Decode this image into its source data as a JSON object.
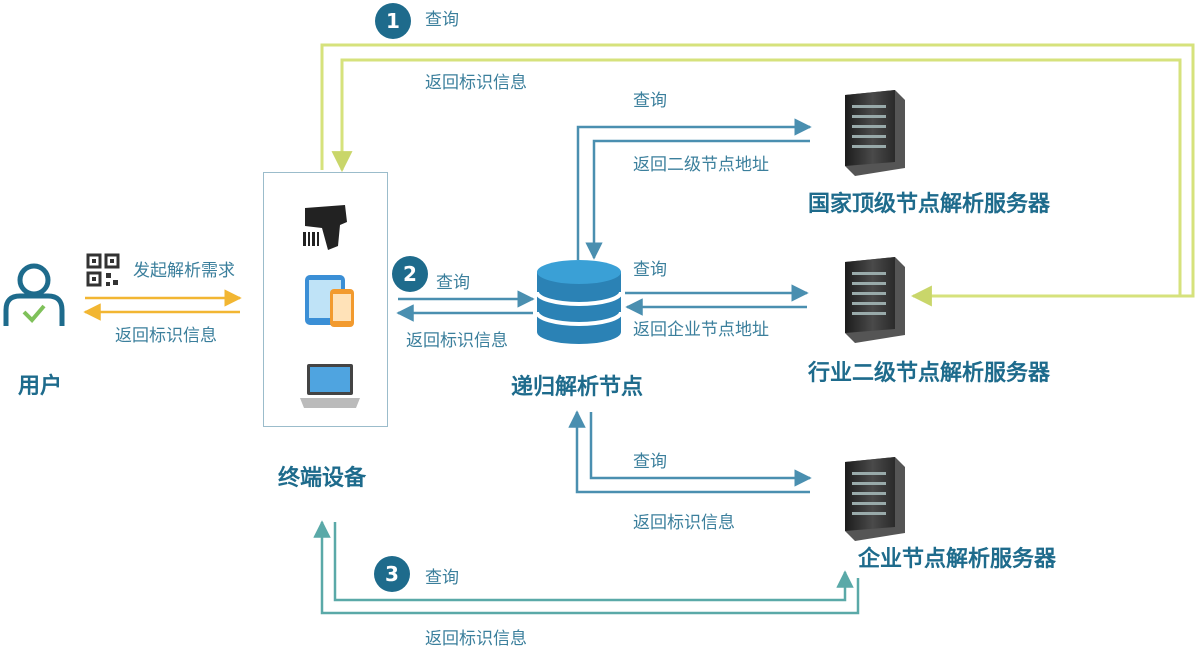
{
  "colors": {
    "primary": "#1e6b8c",
    "arrow_blue": "#4a8fb0",
    "arrow_yellow_green": "#d6e27c",
    "arrow_teal": "#5aa9a8",
    "arrow_orange": "#f2b632"
  },
  "nodes": {
    "user": {
      "label": "用户",
      "icon": "user-icon"
    },
    "terminal": {
      "label": "终端设备",
      "icons": [
        "barcode-scanner-icon",
        "tablet-phone-icon",
        "laptop-icon"
      ]
    },
    "recursive": {
      "label": "递归解析节点",
      "icon": "database-icon"
    },
    "national": {
      "label": "国家顶级节点解析服务器",
      "icon": "server-icon"
    },
    "industry": {
      "label": "行业二级节点解析服务器",
      "icon": "server-icon"
    },
    "enterprise": {
      "label": "企业节点解析服务器",
      "icon": "server-icon"
    }
  },
  "badges": {
    "b1": "1",
    "b2": "2",
    "b3": "3"
  },
  "labels": {
    "user_request": "发起解析需求",
    "user_return": "返回标识信息",
    "step1_query": "查询",
    "step1_return": "返回标识信息",
    "step2_query": "查询",
    "step2_return": "返回标识信息",
    "national_query": "查询",
    "national_return": "返回二级节点地址",
    "industry_query": "查询",
    "industry_return": "返回企业节点地址",
    "enterprise_query": "查询",
    "enterprise_return": "返回标识信息",
    "step3_query": "查询",
    "step3_return": "返回标识信息"
  }
}
